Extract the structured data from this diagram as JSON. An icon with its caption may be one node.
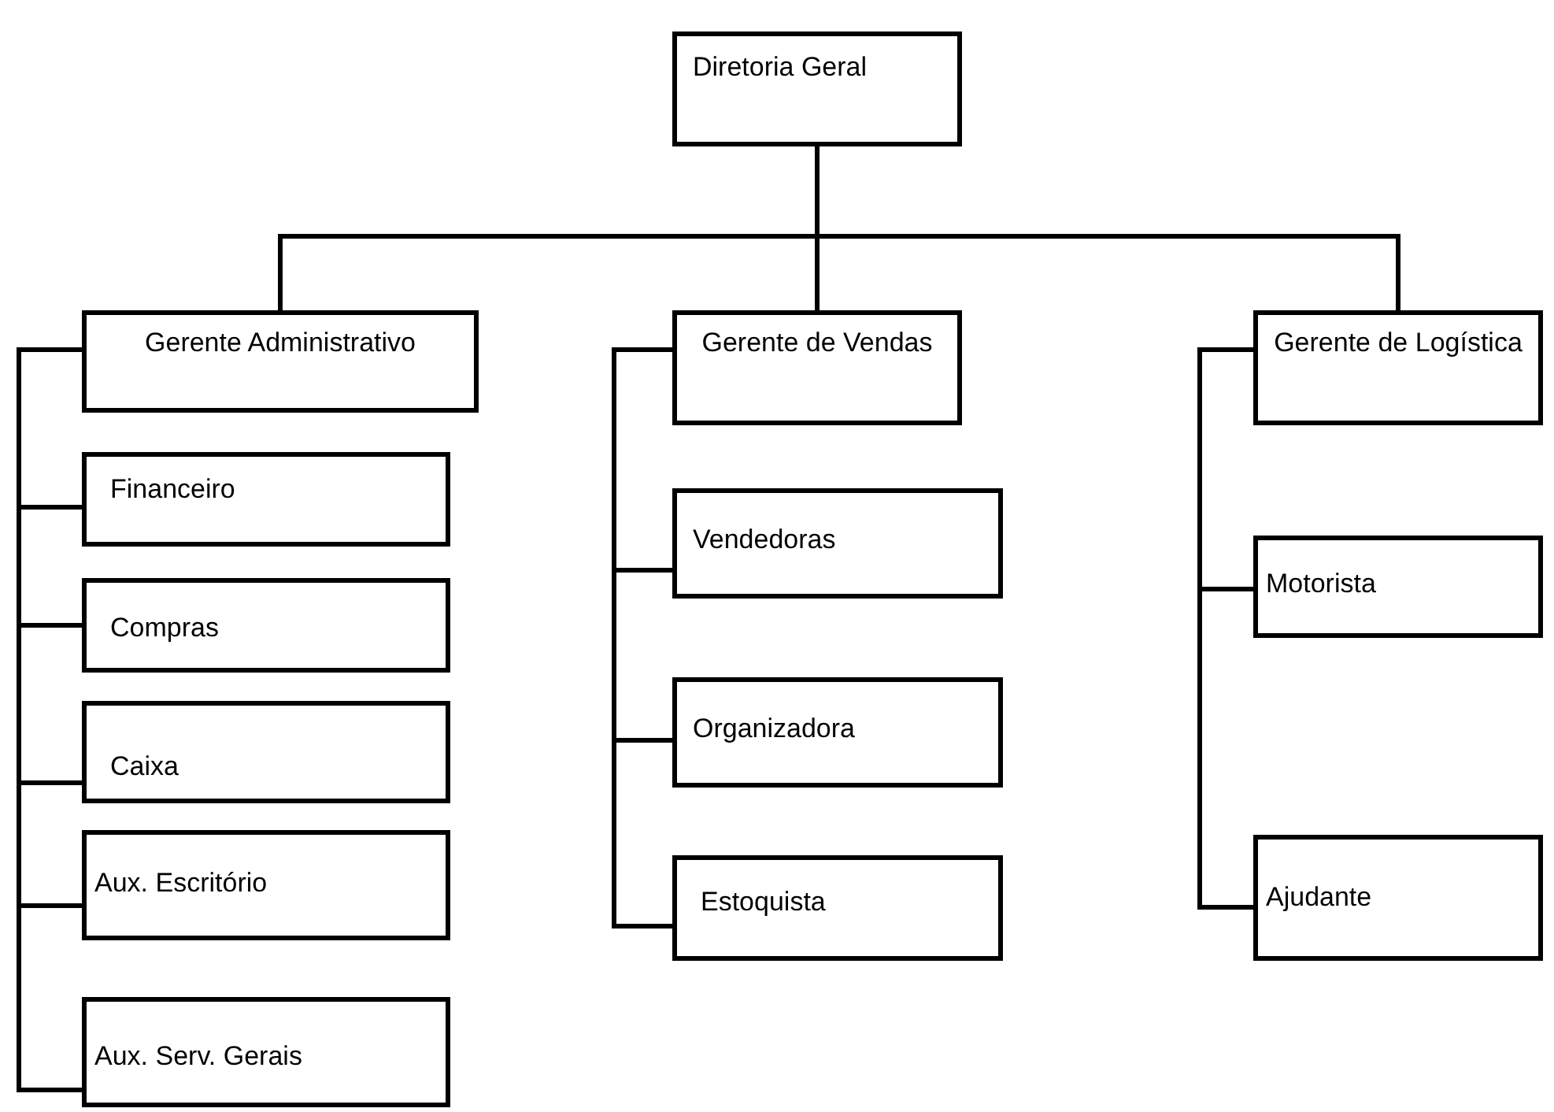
{
  "diagram": {
    "nodes": [
      {
        "text": [
          "Diretoria Geral"
        ]
      },
      {
        "text": [
          "Gerente Administrativo"
        ]
      },
      {
        "text": [
          "Gerente de Vendas"
        ]
      },
      {
        "text": [
          "Gerente de Logística"
        ]
      },
      {
        "text": [
          "Financeiro"
        ]
      },
      {
        "text": [
          "Compras"
        ]
      },
      {
        "text": [
          "Caixa"
        ]
      },
      {
        "text": [
          "Aux. Escritório"
        ]
      },
      {
        "text": [
          "Aux. Serv. Gerais"
        ]
      },
      {
        "text": [
          "Vendedoras"
        ]
      },
      {
        "text": [
          "Organizadora"
        ]
      },
      {
        "text": [
          "Estoquista"
        ]
      },
      {
        "text": [
          "Motorista"
        ]
      },
      {
        "text": [
          "Ajudante"
        ]
      }
    ],
    "edges": [
      {
        "from": 0,
        "to": 1,
        "arrow": "none"
      },
      {
        "from": 0,
        "to": 2,
        "arrow": "none"
      },
      {
        "from": 0,
        "to": 3,
        "arrow": "none"
      },
      {
        "from": 1,
        "to": 4,
        "arrow": "none"
      },
      {
        "from": 1,
        "to": 5,
        "arrow": "none"
      },
      {
        "from": 1,
        "to": 6,
        "arrow": "none"
      },
      {
        "from": 1,
        "to": 7,
        "arrow": "none"
      },
      {
        "from": 1,
        "to": 8,
        "arrow": "none"
      },
      {
        "from": 2,
        "to": 9,
        "arrow": "none"
      },
      {
        "from": 2,
        "to": 10,
        "arrow": "none"
      },
      {
        "from": 2,
        "to": 11,
        "arrow": "none"
      },
      {
        "from": 3,
        "to": 12,
        "arrow": "none"
      },
      {
        "from": 3,
        "to": 13,
        "arrow": "none"
      }
    ]
  }
}
